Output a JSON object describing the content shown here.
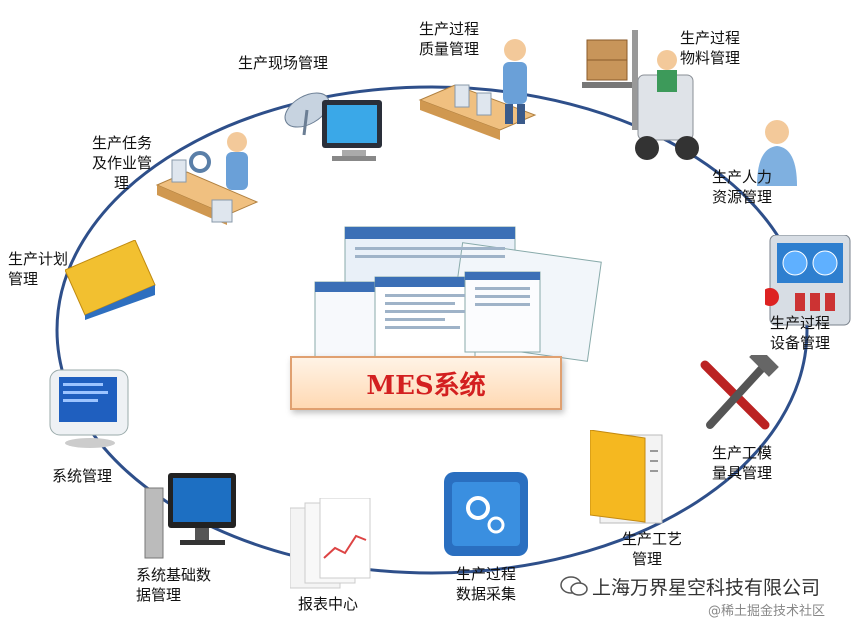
{
  "center_title": "MES系统",
  "nodes": {
    "production_site": [
      "生产现场管理"
    ],
    "process_quality": [
      "生产过程",
      "质量管理"
    ],
    "process_material": [
      "生产过程",
      "物料管理"
    ],
    "human_resource": [
      "生产人力",
      "资源管理"
    ],
    "process_equipment": [
      "生产过程",
      "设备管理"
    ],
    "tooling": [
      "生产工模",
      "量具管理"
    ],
    "craft": [
      "生产工艺",
      "管理"
    ],
    "data_collection": [
      "生产过程",
      "数据采集"
    ],
    "report_center": [
      "报表中心"
    ],
    "basic_data": [
      "系统基础数",
      "据管理"
    ],
    "system_mgmt": [
      "系统管理"
    ],
    "plan": [
      "生产计划",
      "管理"
    ],
    "task_job": [
      "生产任务",
      "及作业管",
      "理"
    ]
  },
  "watermark": {
    "company": "上海万界星空科技有限公司",
    "source": "@稀土掘金技术社区"
  },
  "colors": {
    "ring": "#2e4f8a",
    "title_text": "#d32020",
    "title_border": "#e0a070"
  }
}
